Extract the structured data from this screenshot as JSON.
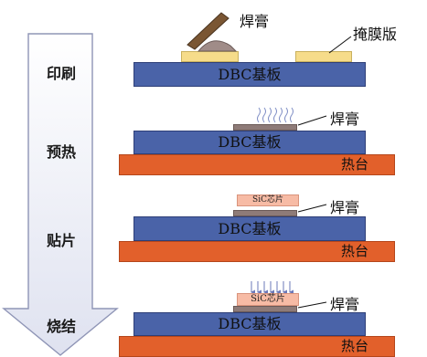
{
  "steps": [
    "印刷",
    "预热",
    "贴片",
    "烧结"
  ],
  "labels": {
    "dbc": "DBC基板",
    "heater": "热台",
    "solder": "焊膏",
    "stencil": "掩膜版",
    "chip": "SiC芯片"
  },
  "colors": {
    "dbc": "#4a63a8",
    "heater": "#e2602b",
    "paste": "#8e7b78",
    "chip": "#f7bba5",
    "stencil": "#f6dc8a",
    "arrow": "#e3e5f2"
  }
}
